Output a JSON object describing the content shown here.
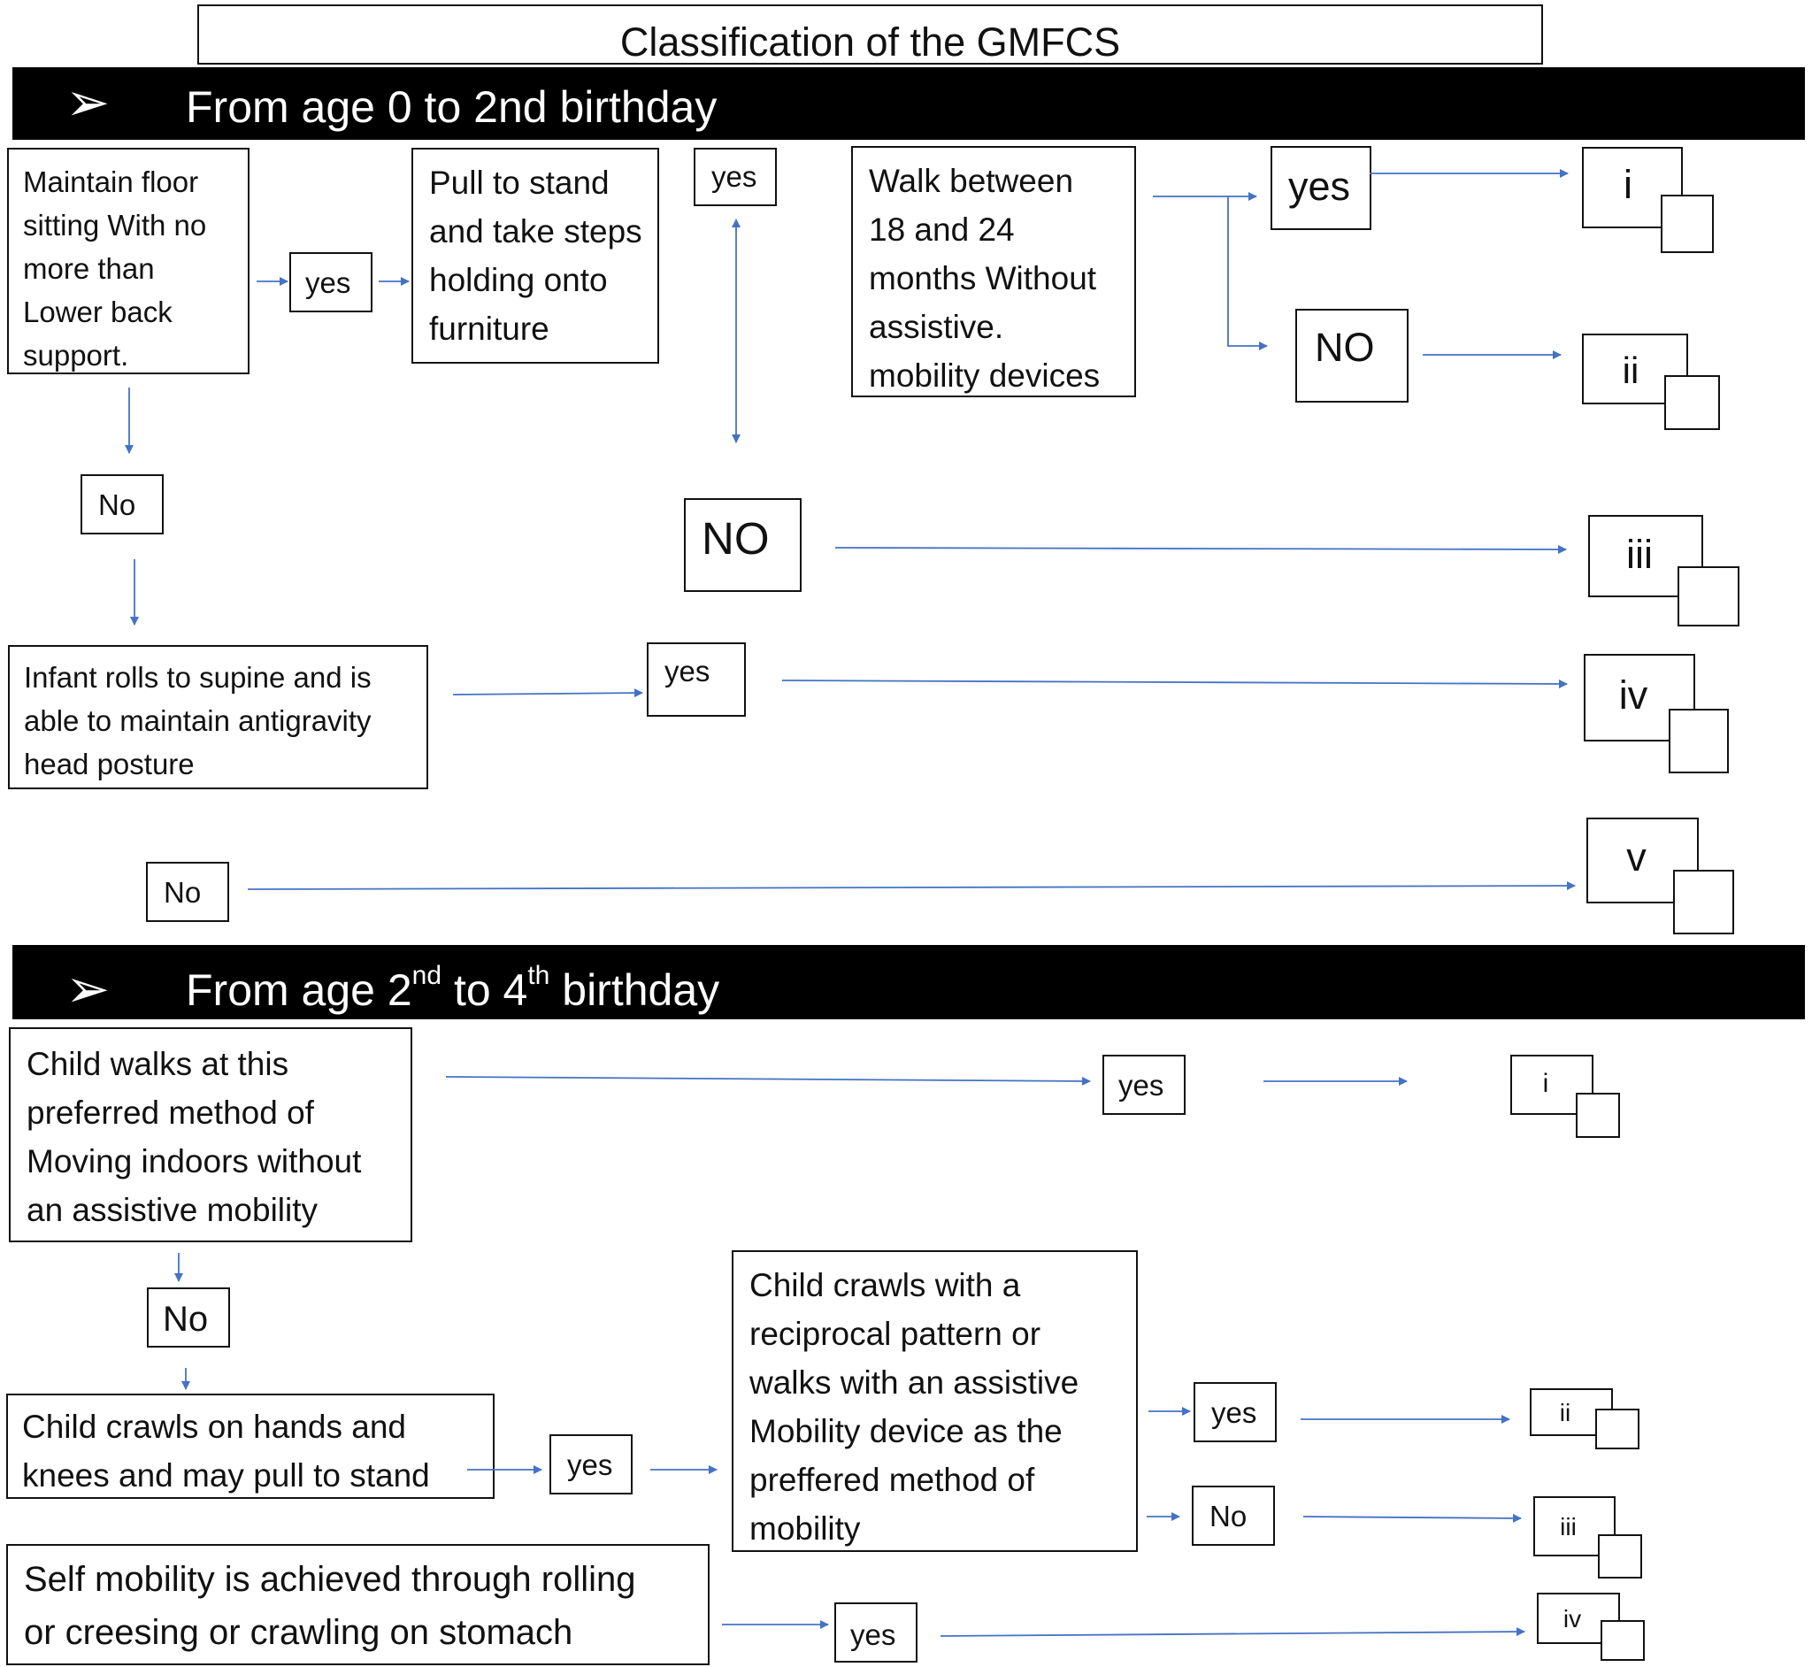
{
  "title": "Classification of the GMFCS",
  "colors": {
    "arrow": "#4472C4",
    "band": "#000000",
    "box_border": "#111111"
  },
  "icons": {
    "band_bullet": "arrow-bullet-icon"
  },
  "sections": [
    {
      "bullet": "➢",
      "label": "From age 0 to 2nd birthday"
    },
    {
      "bullet": "➢",
      "label_parts": {
        "a": "From age 2",
        "a_sup": "nd",
        "b": " to 4",
        "b_sup": "th",
        "c": " birthday"
      }
    }
  ],
  "s1": {
    "maintain_floor": "Maintain floor\nsitting With no\nmore than\nLower back\nsupport.",
    "yes_a": "yes",
    "pull_stand": "Pull to stand\nand take steps\nholding onto\nfurniture",
    "yes_b": "yes",
    "walk_between": "Walk between\n18 and 24\nmonths Without\nassistive.\nmobility devices",
    "yes_c": "yes",
    "no_c": "NO",
    "no_a": "No",
    "no_b": "NO",
    "infant_rolls": "Infant rolls to supine and is\nable to maintain antigravity\nhead posture",
    "yes_d": "yes",
    "no_d": "No",
    "levels": [
      "i",
      "ii",
      "iii",
      "iv",
      "v"
    ]
  },
  "s2": {
    "child_walks": "Child walks at this\npreferred method of\nMoving indoors without\nan assistive mobility",
    "yes_a": "yes",
    "no_a": "No",
    "child_crawls_hands": "Child crawls on hands and\nknees and may pull to stand",
    "yes_b": "yes",
    "child_crawls_reciprocal": "Child crawls with a\nreciprocal pattern or\nwalks with an assistive\nMobility device  as the\npreffered method of\nmobility",
    "yes_c": "yes",
    "no_c": "No",
    "self_mobility": "Self mobility is achieved through rolling\nor creesing or crawling on stomach",
    "yes_d": "yes",
    "levels": [
      "i",
      "ii",
      "iii",
      "iv"
    ]
  }
}
